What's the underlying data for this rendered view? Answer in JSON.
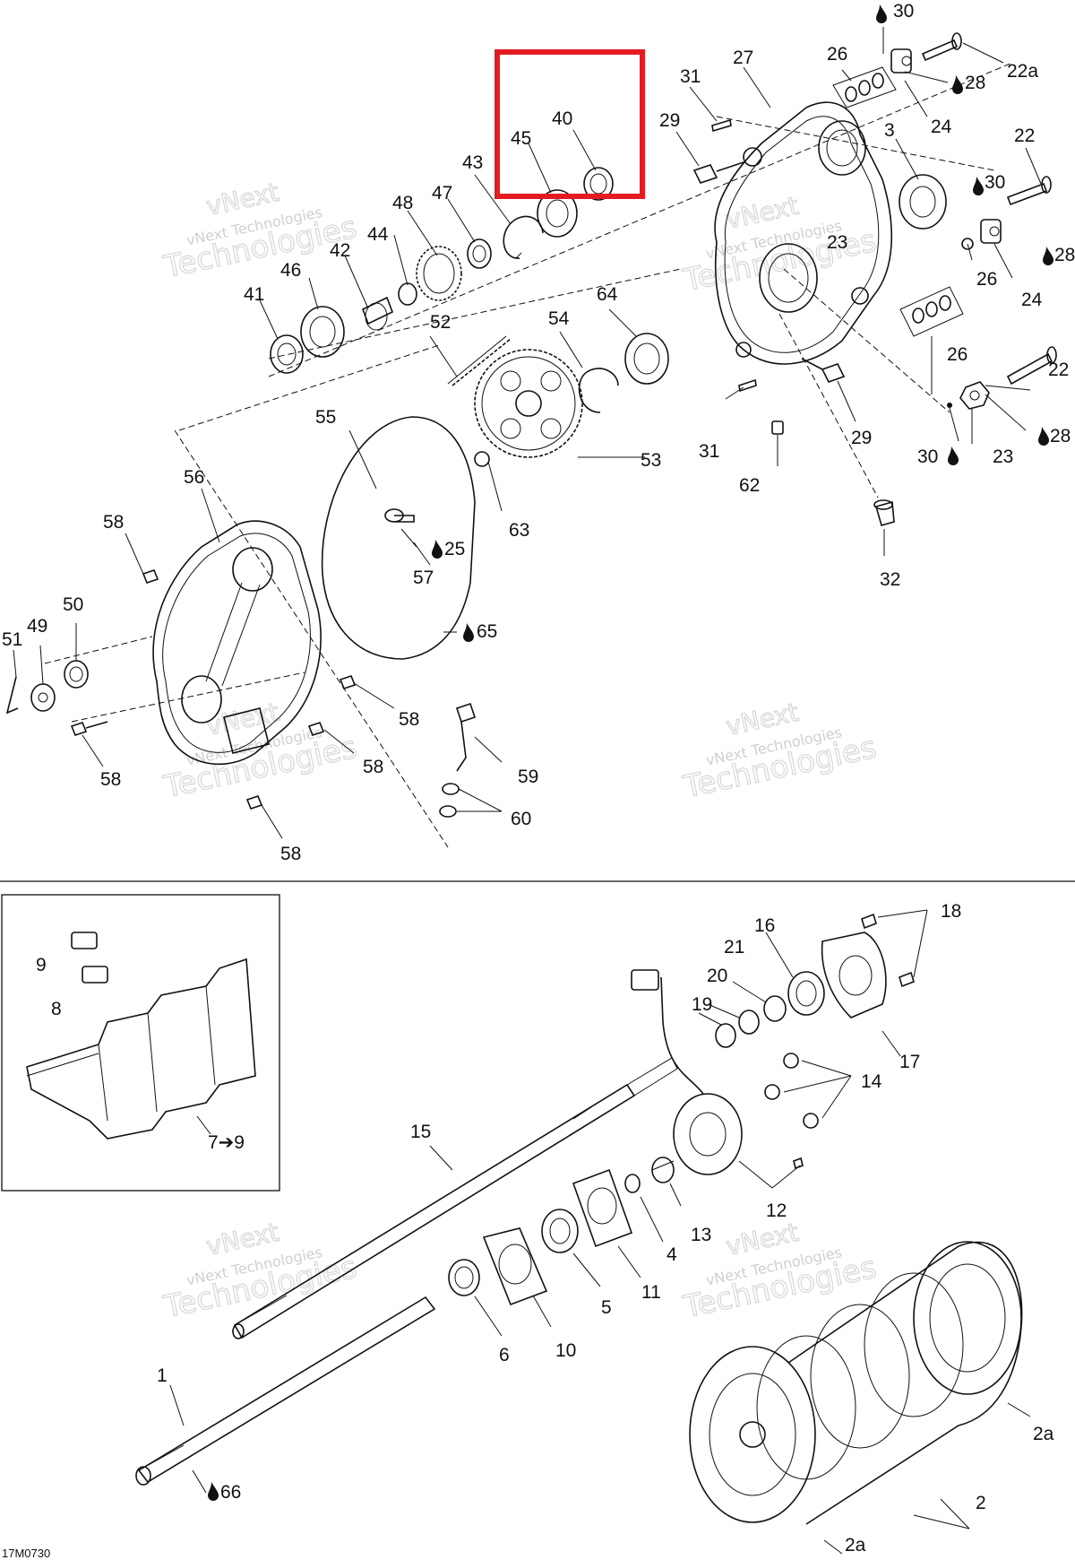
{
  "figure_code": "17M0730",
  "watermark": {
    "line1": "vNext Technologies",
    "line2": "vNext",
    "line3": "Technologies"
  },
  "highlight_color": "#e31b23",
  "labels": {
    "l30a": "30",
    "l22a": "22a",
    "l28a": "28",
    "l26a": "26",
    "l27": "27",
    "l24a": "24",
    "l31a": "31",
    "l29a": "29",
    "l45": "45",
    "l40": "40",
    "l43": "43",
    "l3": "3",
    "l22b": "22",
    "l30b": "30",
    "l28b": "28",
    "l26b": "26",
    "l24b": "24",
    "l23a": "23",
    "l48": "48",
    "l47": "47",
    "l44": "44",
    "l42": "42",
    "l46": "46",
    "l41": "41",
    "l52": "52",
    "l54": "54",
    "l64": "64",
    "l26c": "26",
    "l22c": "22",
    "l28c": "28",
    "l55": "55",
    "l53": "53",
    "l31b": "31",
    "l29b": "29",
    "l30c": "30",
    "l23b": "23",
    "l62": "62",
    "l56": "56",
    "l58a": "58",
    "l63": "63",
    "l25": "25",
    "l57": "57",
    "l32": "32",
    "l50": "50",
    "l49": "49",
    "l51": "51",
    "l65": "65",
    "l58b": "58",
    "l58c": "58",
    "l58d": "58",
    "l59": "59",
    "l60": "60",
    "l58e": "58",
    "l18": "18",
    "l16": "16",
    "l21": "21",
    "l20": "20",
    "l19": "19",
    "l9": "9",
    "l8": "8",
    "l17": "17",
    "l14": "14",
    "l15": "15",
    "l7": "7➔9",
    "l12": "12",
    "l13": "13",
    "l4": "4",
    "l11": "11",
    "l5": "5",
    "l10": "10",
    "l6": "6",
    "l1": "1",
    "l66": "66",
    "l2a1": "2a",
    "l2": "2",
    "l2a2": "2a"
  }
}
